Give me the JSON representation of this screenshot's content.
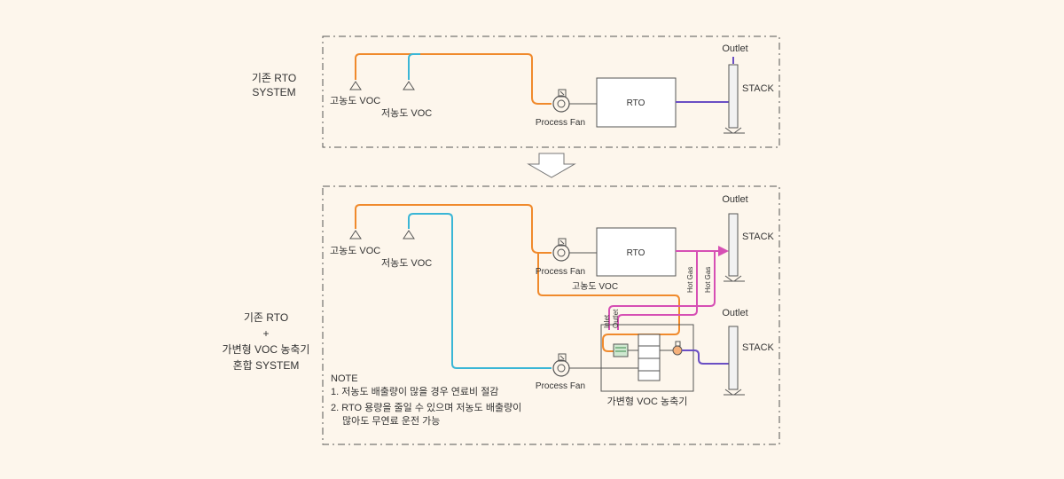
{
  "colors": {
    "background": "#fdf6ec",
    "high_voc_line": "#f08a2c",
    "low_voc_line": "#3ab6d6",
    "exhaust_line": "#6a4fc4",
    "hot_gas_line": "#d64fb4",
    "box_border": "#555555"
  },
  "system1": {
    "label_line1": "기존 RTO",
    "label_line2": "SYSTEM",
    "high_voc": "고농도 VOC",
    "low_voc": "저농도 VOC",
    "fan": "Process Fan",
    "rto": "RTO",
    "outlet": "Outlet",
    "stack": "STACK"
  },
  "transition_arrow": "down-arrow-icon",
  "system2": {
    "label_line1": "기존 RTO",
    "label_line2": "+",
    "label_line3": "가변형 VOC 농축기",
    "label_line4": "혼합 SYSTEM",
    "high_voc": "고농도 VOC",
    "low_voc": "저농도 VOC",
    "fan_top": "Process Fan",
    "fan_bottom": "Process Fan",
    "rto": "RTO",
    "outlet_top": "Outlet",
    "stack_top": "STACK",
    "outlet_bottom": "Outlet",
    "stack_bottom": "STACK",
    "high_voc_mid": "고농도 VOC",
    "hot_gas_1": "Hot Gas",
    "hot_gas_2": "Hot Gas",
    "inlet": "Inlet",
    "outlet_small": "Outlet",
    "concentrator": "가변형 VOC 농축기",
    "note_title": "NOTE",
    "note_1": "1. 저농도 배출량이 많을 경우 연료비 절감",
    "note_2a": "2. RTO 용량을 줄일 수 있으며 저농도 배출량이",
    "note_2b": "많아도 무연료 운전 가능"
  }
}
